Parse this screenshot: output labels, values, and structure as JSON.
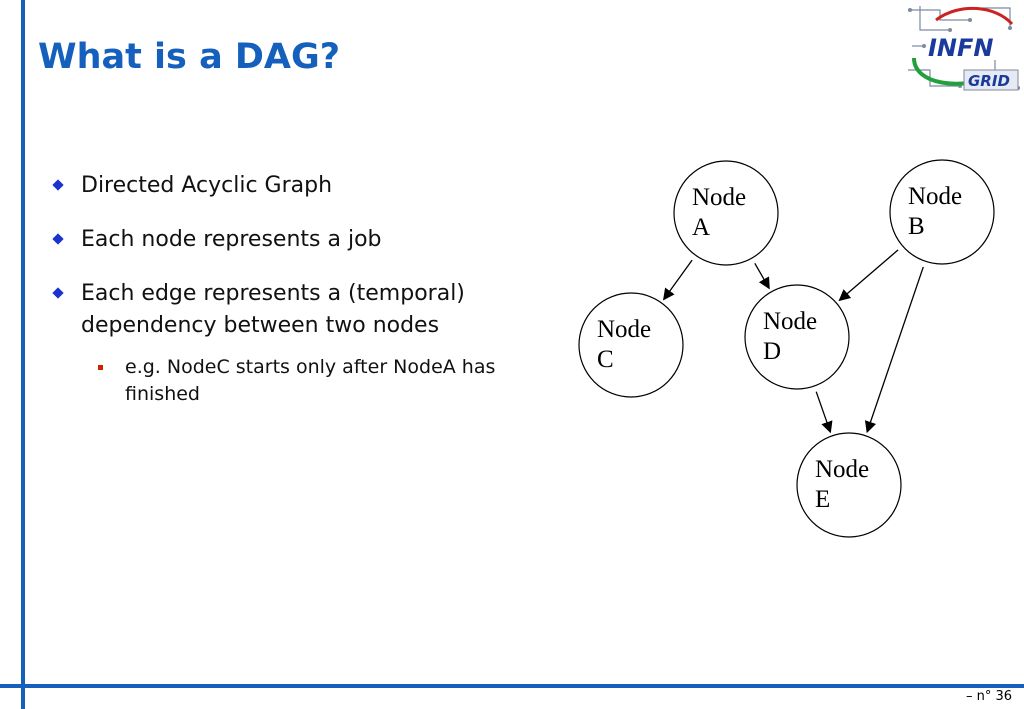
{
  "slide": {
    "title": "What is a DAG?",
    "bullets": [
      "Directed Acyclic Graph",
      "Each node represents a job",
      "Each edge represents a (temporal) dependency between two nodes"
    ],
    "sub_bullets": [
      "e.g. NodeC starts only after NodeA has finished"
    ],
    "page_number": "–  n° 36"
  },
  "logo": {
    "top": "INFN",
    "bottom": "GRID"
  },
  "diagram": {
    "nodes": [
      {
        "id": "A",
        "line1": "Node",
        "line2": "A"
      },
      {
        "id": "B",
        "line1": "Node",
        "line2": "B"
      },
      {
        "id": "C",
        "line1": "Node",
        "line2": "C"
      },
      {
        "id": "D",
        "line1": "Node",
        "line2": "D"
      },
      {
        "id": "E",
        "line1": "Node",
        "line2": "E"
      }
    ],
    "edges": [
      {
        "from": "A",
        "to": "C"
      },
      {
        "from": "A",
        "to": "D"
      },
      {
        "from": "B",
        "to": "D"
      },
      {
        "from": "B",
        "to": "E"
      },
      {
        "from": "D",
        "to": "E"
      }
    ]
  },
  "colors": {
    "accent": "#1560bd",
    "bullet_diamond": "#1a33cc",
    "sub_bullet_square": "#cc2200"
  }
}
